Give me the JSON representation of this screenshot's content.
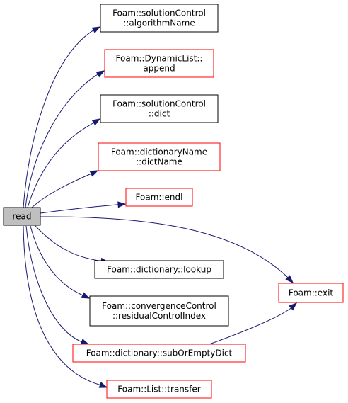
{
  "nodes": {
    "read": {
      "lines": [
        "read"
      ],
      "color": "root"
    },
    "algorithmName": {
      "lines": [
        "Foam::solutionControl",
        "::algorithmName"
      ],
      "color": "black"
    },
    "append": {
      "lines": [
        "Foam::DynamicList::",
        "append"
      ],
      "color": "red"
    },
    "dict": {
      "lines": [
        "Foam::solutionControl",
        "::dict"
      ],
      "color": "black"
    },
    "dictName": {
      "lines": [
        "Foam::dictionaryName",
        "::dictName"
      ],
      "color": "red"
    },
    "endl": {
      "lines": [
        "Foam::endl"
      ],
      "color": "red"
    },
    "lookup": {
      "lines": [
        "Foam::dictionary::lookup"
      ],
      "color": "black"
    },
    "residualControlIndex": {
      "lines": [
        "Foam::convergenceControl",
        "::residualControlIndex"
      ],
      "color": "black"
    },
    "subOrEmptyDict": {
      "lines": [
        "Foam::dictionary::subOrEmptyDict"
      ],
      "color": "red"
    },
    "transfer": {
      "lines": [
        "Foam::List::transfer"
      ],
      "color": "red"
    },
    "exit": {
      "lines": [
        "Foam::exit"
      ],
      "color": "red"
    }
  },
  "edges": [
    [
      "read",
      "algorithmName"
    ],
    [
      "read",
      "append"
    ],
    [
      "read",
      "dict"
    ],
    [
      "read",
      "dictName"
    ],
    [
      "read",
      "endl"
    ],
    [
      "read",
      "lookup"
    ],
    [
      "read",
      "residualControlIndex"
    ],
    [
      "read",
      "subOrEmptyDict"
    ],
    [
      "read",
      "transfer"
    ],
    [
      "read",
      "exit"
    ],
    [
      "subOrEmptyDict",
      "exit"
    ]
  ],
  "colors": {
    "edge": "#191970",
    "red_border": "#ff0000",
    "black_border": "#000000",
    "root_fill": "#bfbfbf"
  }
}
